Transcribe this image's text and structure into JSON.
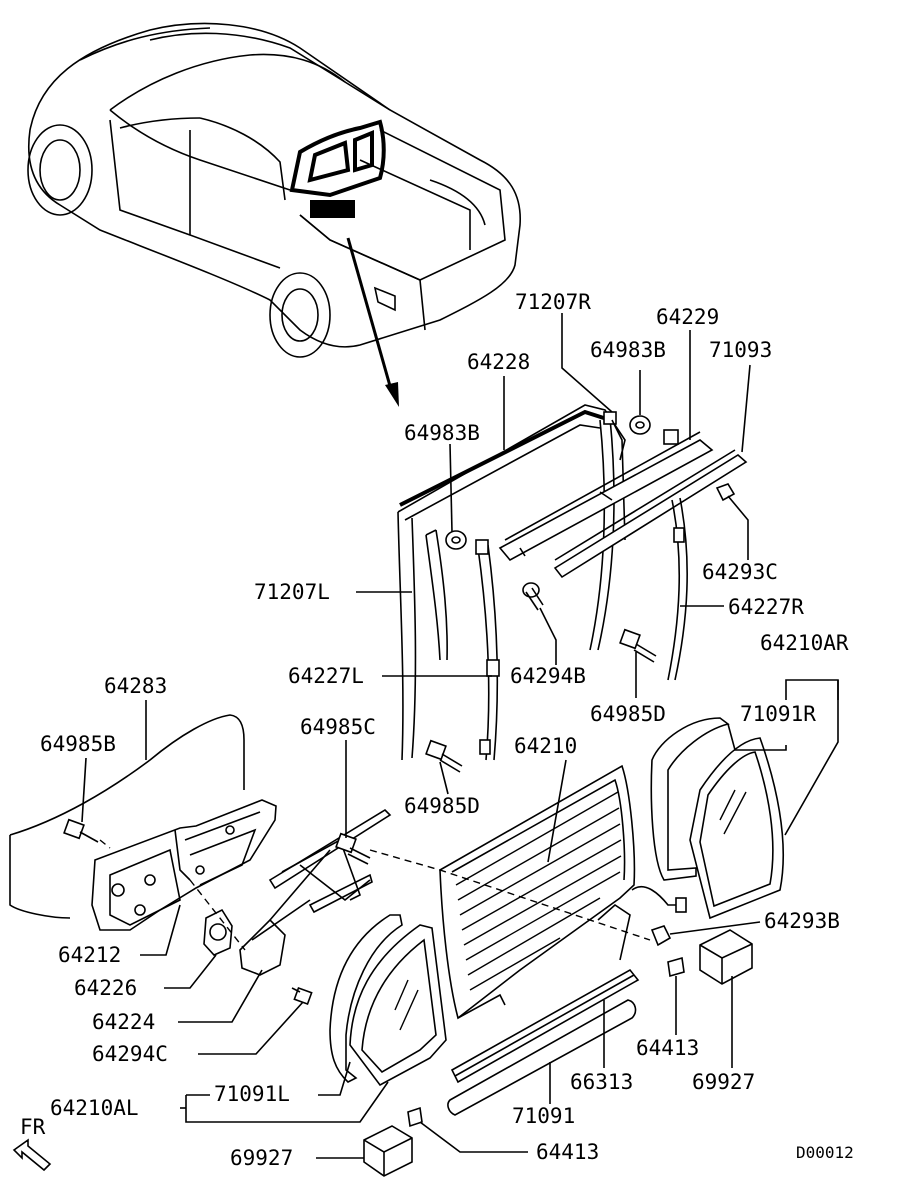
{
  "labels": {
    "l71207R": "71207R",
    "l64229": "64229",
    "l64983B_top": "64983B",
    "l71093": "71093",
    "l64228": "64228",
    "l64983B": "64983B",
    "l64293C": "64293C",
    "l71207L": "71207L",
    "l64227R": "64227R",
    "l64210AR": "64210AR",
    "l64227L": "64227L",
    "l64294B": "64294B",
    "l64985D_right": "64985D",
    "l71091R": "71091R",
    "l64283": "64283",
    "l64985B": "64985B",
    "l64985C": "64985C",
    "l64210": "64210",
    "l64985D": "64985D",
    "l64293B": "64293B",
    "l64212": "64212",
    "l64226": "64226",
    "l64224": "64224",
    "l64294C": "64294C",
    "l64413_right": "64413",
    "l66313": "66313",
    "l69927_right": "69927",
    "l71091L": "71091L",
    "l64210AL": "64210AL",
    "l71091": "71091",
    "l69927_bottom": "69927",
    "l64413_bottom": "64413",
    "fr": "FR",
    "diagram_id": "D00012"
  }
}
